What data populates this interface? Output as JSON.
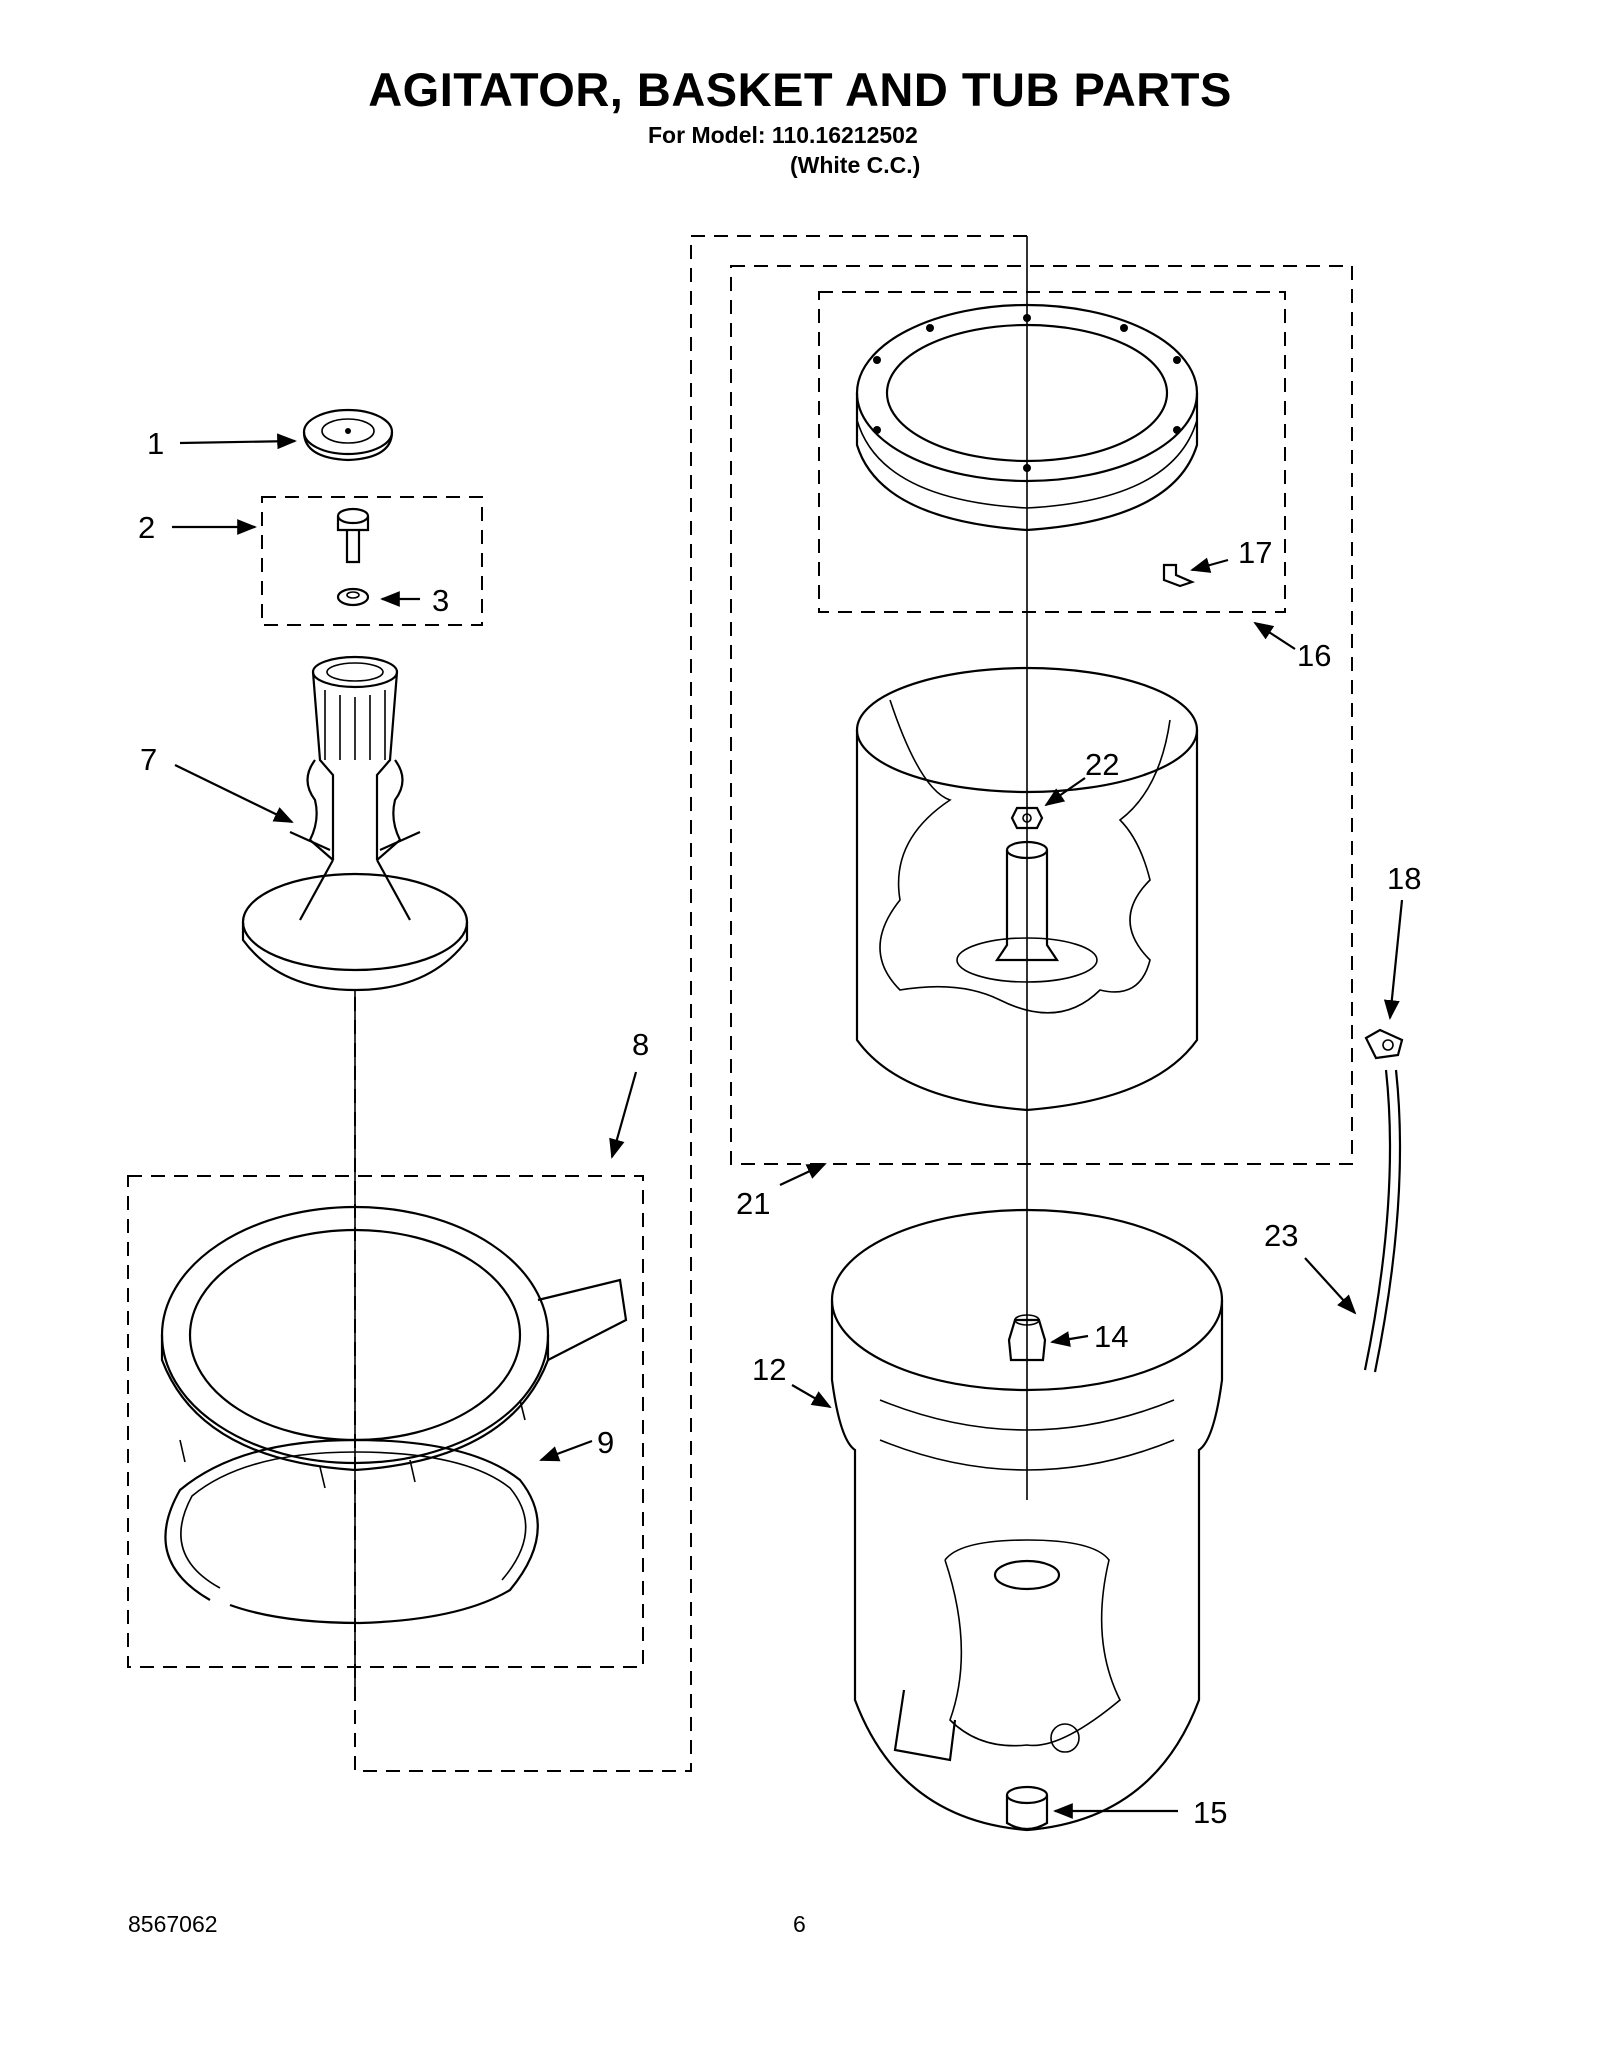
{
  "header": {
    "title": "AGITATOR, BASKET AND TUB PARTS",
    "model_line": "For Model: 110.16212502",
    "variant_line": "(White C.C.)"
  },
  "callouts": [
    "1",
    "2",
    "3",
    "7",
    "8",
    "9",
    "12",
    "14",
    "15",
    "16",
    "17",
    "18",
    "21",
    "22",
    "23"
  ],
  "footer": {
    "doc_number": "8567062",
    "page_number": "6"
  }
}
